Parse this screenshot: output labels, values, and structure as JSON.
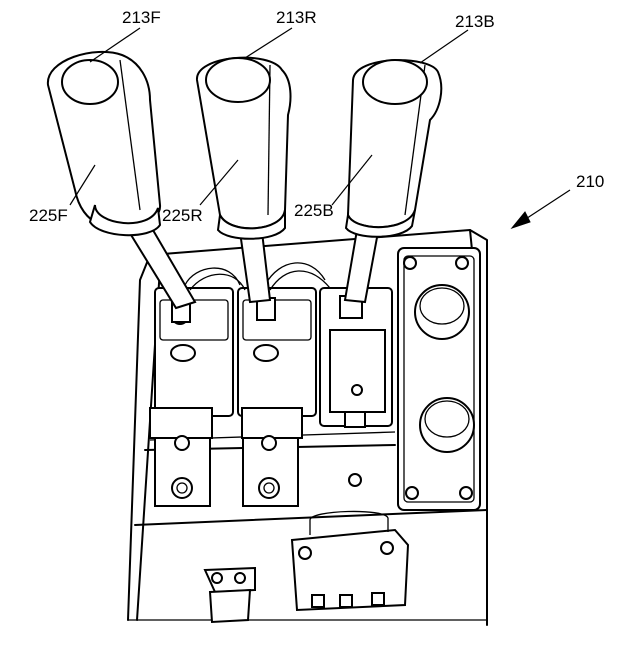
{
  "figure": {
    "reference_number": "210",
    "labels": {
      "handle_front": "213F",
      "handle_rear": "213R",
      "handle_back": "213B",
      "grip_front": "225F",
      "grip_rear": "225R",
      "grip_back": "225B"
    }
  }
}
